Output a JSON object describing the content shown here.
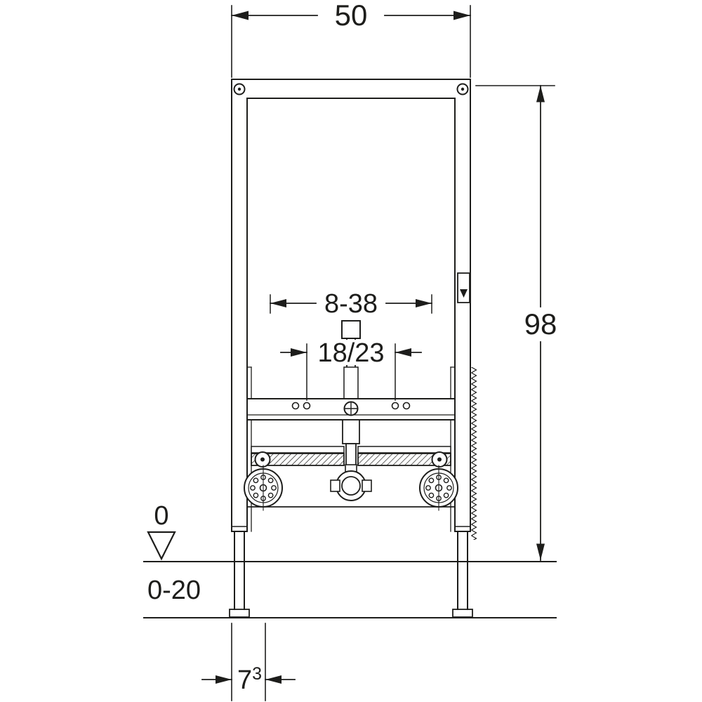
{
  "drawing": {
    "background": "#ffffff",
    "line_color": "#1d1d1b",
    "labels": {
      "width": "50",
      "height": "98",
      "inner_range": "8-38",
      "fixing_spacing": "18/23",
      "level_zero": "0",
      "floor_adjust": "0-20",
      "depth_value": "7",
      "depth_footnote": "3"
    }
  }
}
